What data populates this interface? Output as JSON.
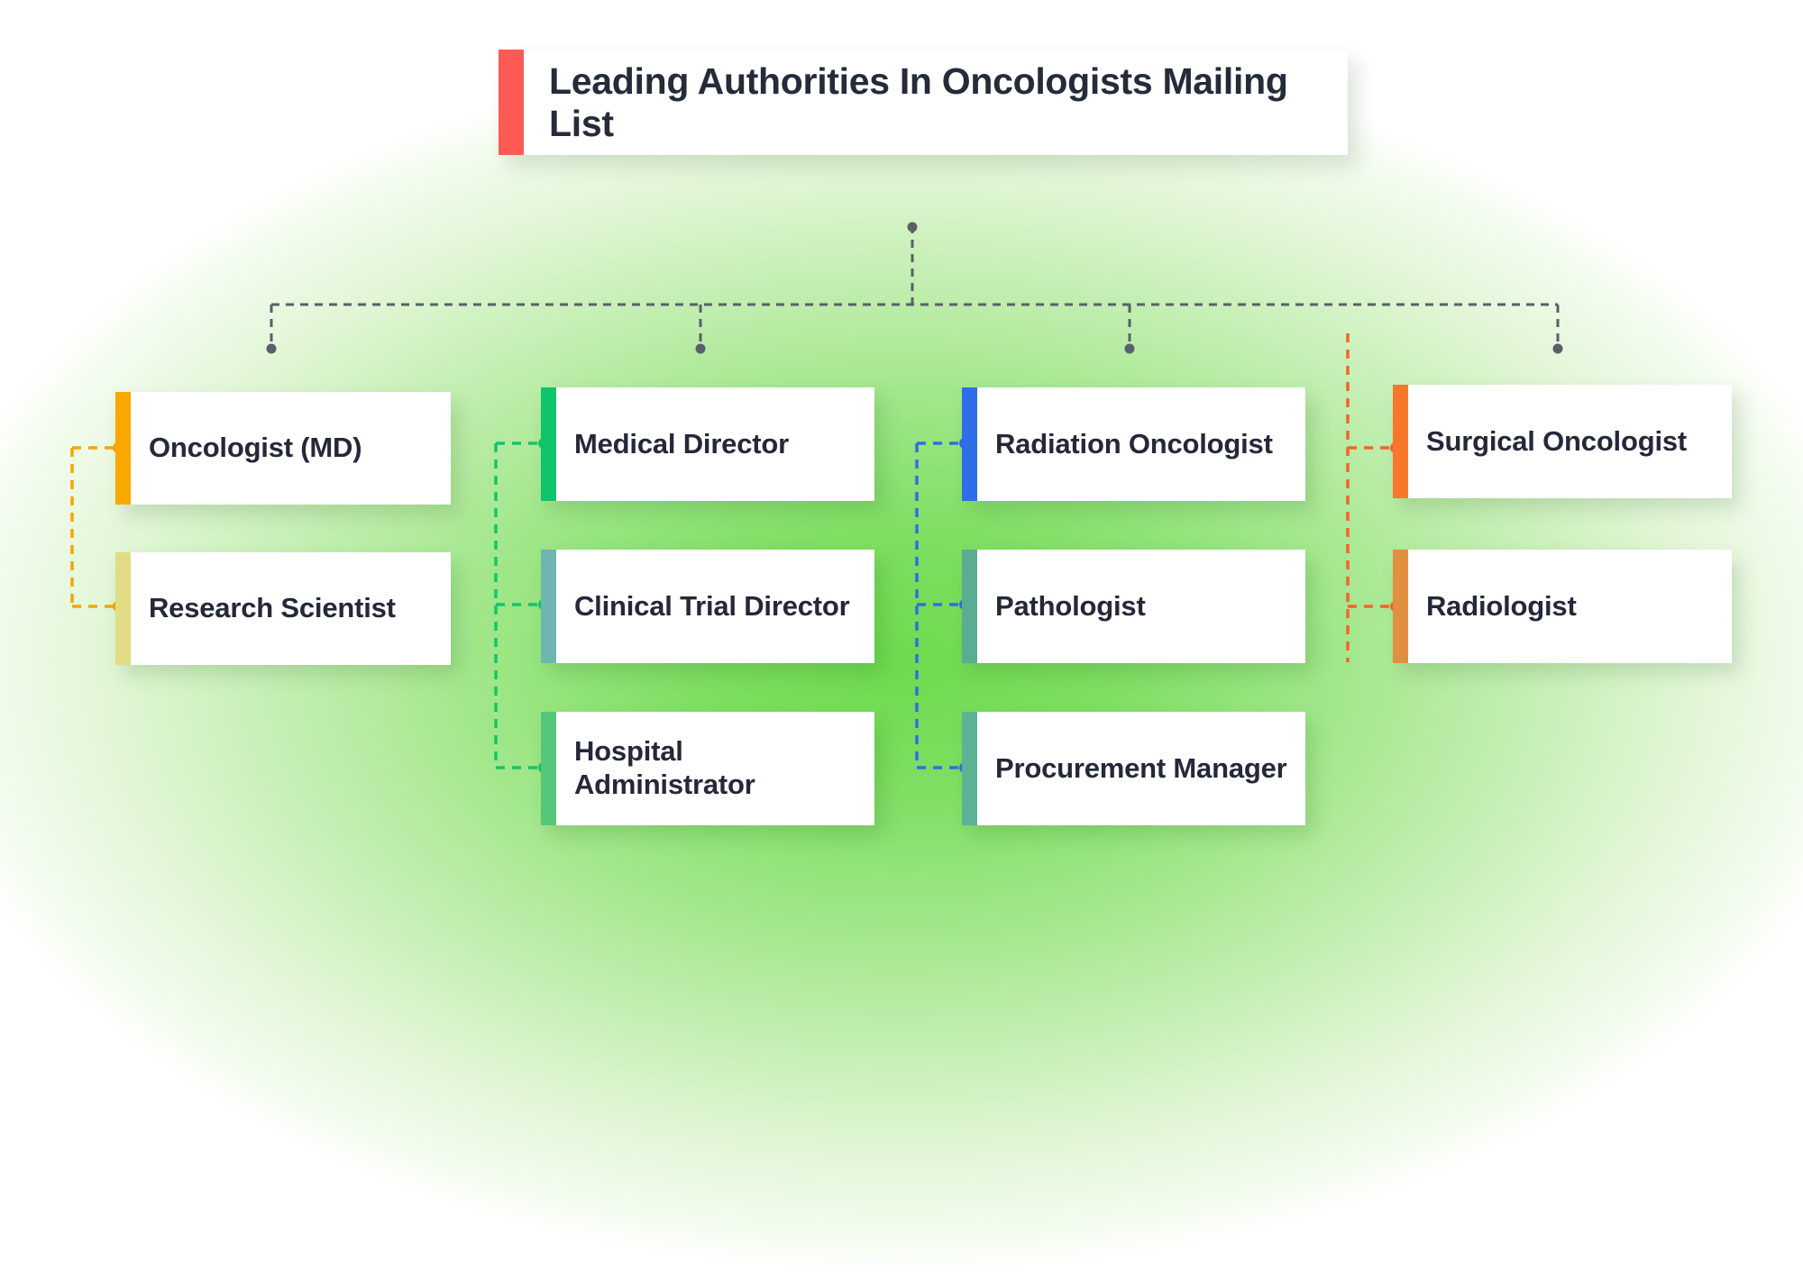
{
  "diagram": {
    "type": "org-tree",
    "background_accent": "#6ddb4e",
    "root": {
      "title": "Leading Authorities In Oncologists Mailing List",
      "accent_color": "#fd5a55"
    },
    "branches": [
      {
        "id": "branch-1",
        "connector_color": "#f7a500",
        "nodes": [
          {
            "label": "Oncologist (MD)",
            "accent_color": "#f9a800"
          },
          {
            "label": "Research Scientist",
            "accent_color": "#e2dc84"
          }
        ]
      },
      {
        "id": "branch-2",
        "connector_color": "#13c56b",
        "nodes": [
          {
            "label": "Medical Director",
            "accent_color": "#0ec46c"
          },
          {
            "label": "Clinical Trial Director",
            "accent_color": "#6fb5b0"
          },
          {
            "label": "Hospital Administrator",
            "accent_color": "#55c778"
          }
        ]
      },
      {
        "id": "branch-3",
        "connector_color": "#2f6ee8",
        "nodes": [
          {
            "label": "Radiation Oncologist",
            "accent_color": "#2f6ee8"
          },
          {
            "label": "Pathologist",
            "accent_color": "#5aac93"
          },
          {
            "label": "Procurement Manager",
            "accent_color": "#5cb294"
          }
        ]
      },
      {
        "id": "branch-4",
        "connector_color": "#f2652a",
        "nodes": [
          {
            "label": "Surgical Oncologist",
            "accent_color": "#f8772a"
          },
          {
            "label": "Radiologist",
            "accent_color": "#e0903f"
          }
        ]
      }
    ],
    "trunk": {
      "color": "#5a5f6a",
      "style": "dashed"
    }
  }
}
